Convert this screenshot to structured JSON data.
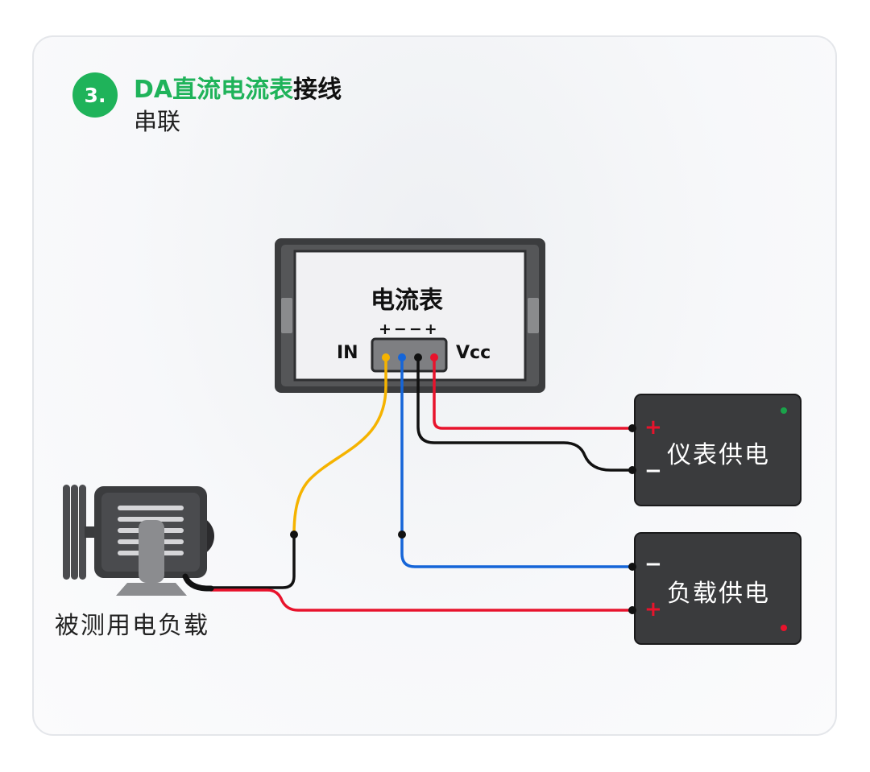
{
  "header": {
    "step_number": "3.",
    "title_accent": "DA直流电流表",
    "title_rest": "接线",
    "subtitle": "串联"
  },
  "meter": {
    "title": "电流表",
    "terminal_signs": "+−−+",
    "left_label": "IN",
    "right_label": "Vcc"
  },
  "supplies": [
    {
      "label": "仪表供电",
      "top_sign": "+",
      "bottom_sign": "−",
      "indicator_color": "#1aa34a"
    },
    {
      "label": "负载供电",
      "top_sign": "−",
      "bottom_sign": "+",
      "indicator_color": "#e8132c"
    }
  ],
  "load": {
    "label": "被测用电负载"
  },
  "colors": {
    "accent": "#1fb35a",
    "wire_yellow": "#f5b300",
    "wire_blue": "#1565d8",
    "wire_black": "#111111",
    "wire_red": "#e8132c"
  }
}
